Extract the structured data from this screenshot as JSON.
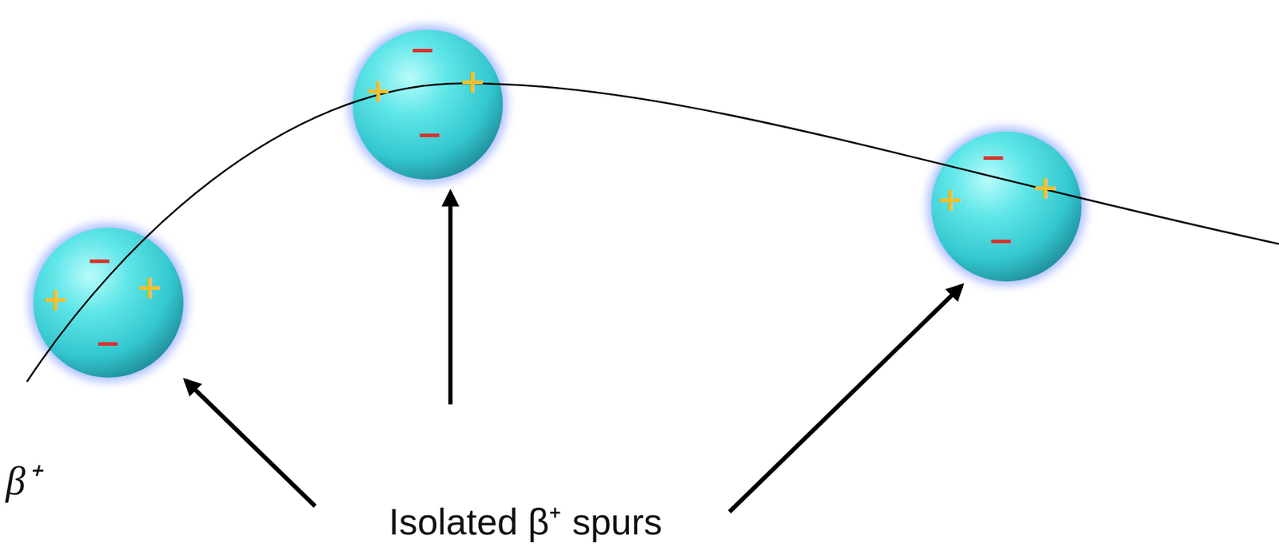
{
  "diagram": {
    "nodes": [
      {
        "text": [
          "−",
          "+",
          "+",
          "−"
        ]
      },
      {
        "text": [
          "−",
          "+",
          "+",
          "−"
        ]
      },
      {
        "text": [
          "−",
          "+",
          "+",
          "−"
        ]
      }
    ],
    "labels": [
      "β⁺",
      "Isolated β⁺ spurs"
    ]
  }
}
